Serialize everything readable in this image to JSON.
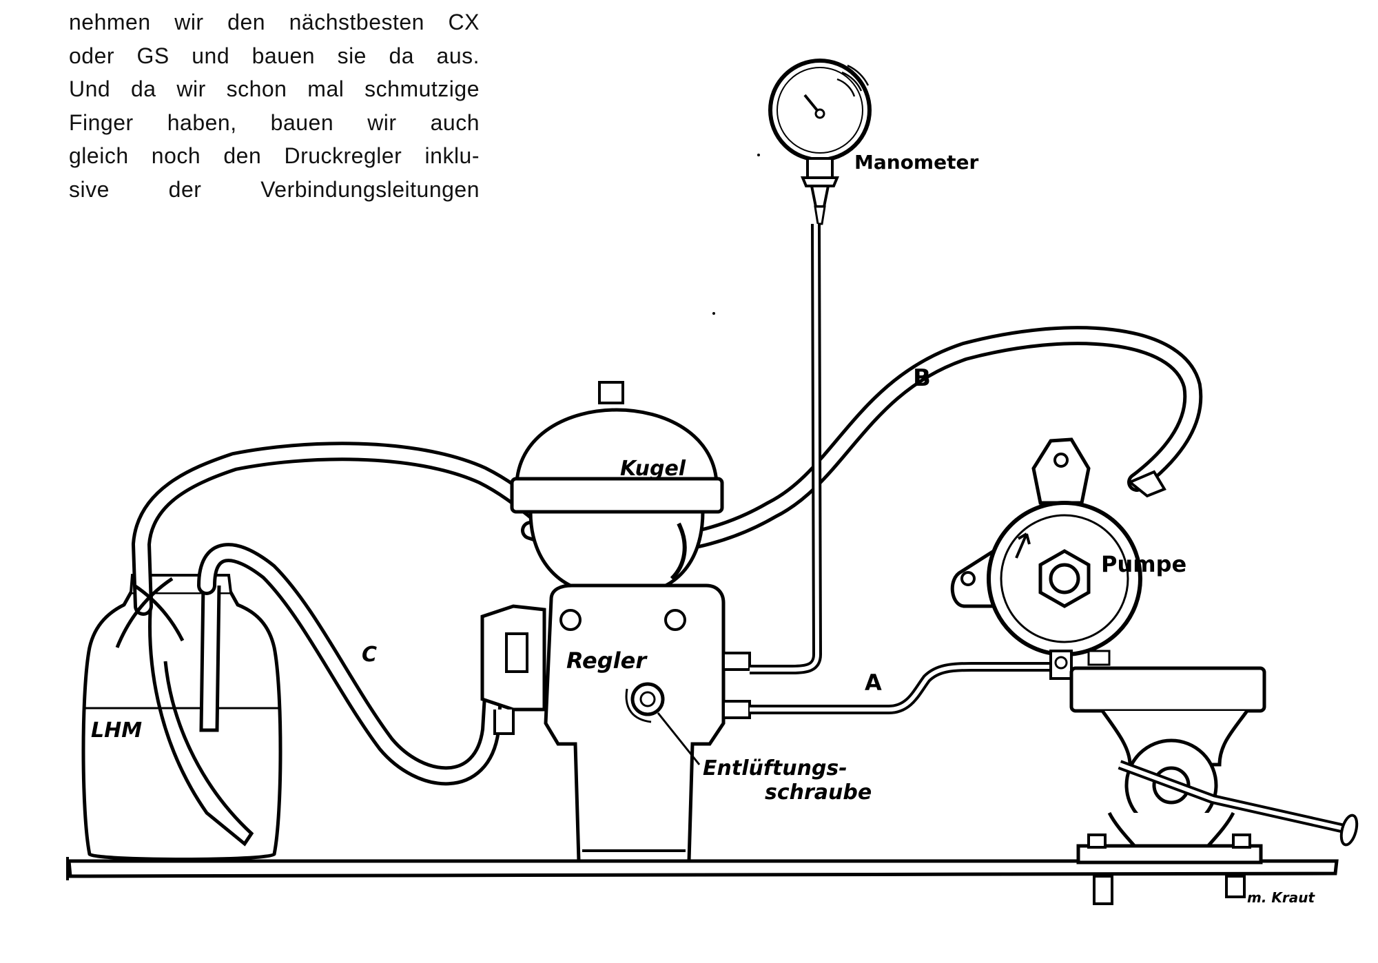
{
  "text_lines": [
    "nehmen wir den nächstbesten CX",
    "oder GS und bauen sie da aus.",
    "Und da wir schon mal schmutzige",
    "Finger haben, bauen wir auch",
    "gleich noch den Druckregler inklu-",
    "sive der Verbindungsleitungen"
  ],
  "labels": {
    "manometer": "Manometer",
    "kugel": "Kugel",
    "regler": "Regler",
    "pumpe": "Pumpe",
    "lhm": "LHM",
    "line_a": "A",
    "line_b": "B",
    "line_c": "C",
    "entluftung_1": "Entlüftungs-",
    "entluftung_2": "schraube",
    "signature": "m. Kraut"
  }
}
